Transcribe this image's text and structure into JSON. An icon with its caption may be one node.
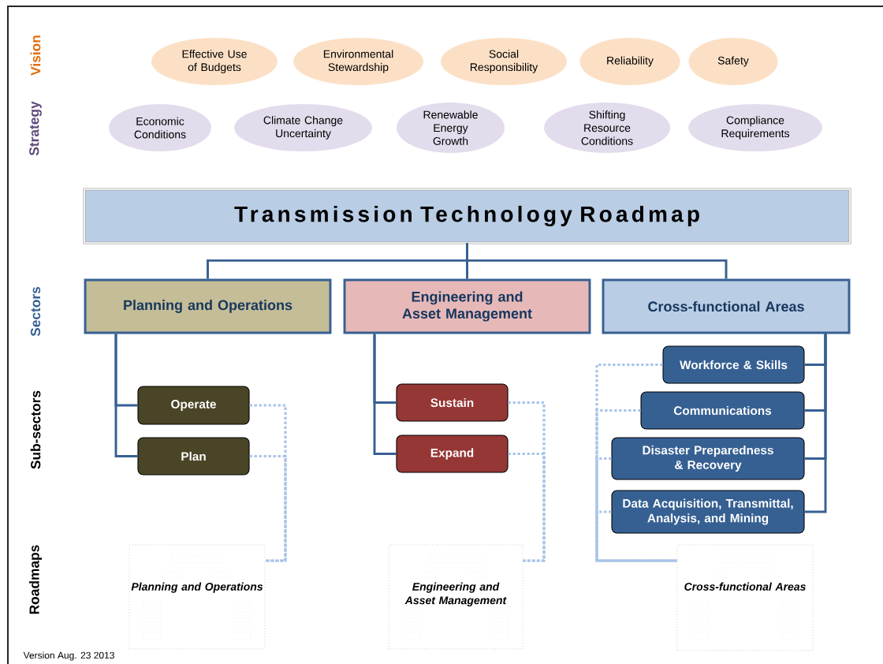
{
  "diagram": {
    "nodes": [
      {
        "text": [
          "Effective Use of Budgets"
        ]
      },
      {
        "text": [
          "Environmental Stewardship"
        ]
      },
      {
        "text": [
          "Social Responsibility"
        ]
      },
      {
        "text": [
          "Reliability"
        ]
      },
      {
        "text": [
          "Safety"
        ]
      },
      {
        "text": [
          "Economic Conditions"
        ]
      },
      {
        "text": [
          "Climate Change Uncertainty"
        ]
      },
      {
        "text": [
          "Renewable Energy Growth"
        ]
      },
      {
        "text": [
          "Shifting Resource Conditions"
        ]
      },
      {
        "text": [
          "Compliance Requirements"
        ]
      },
      {
        "text": [
          "Transmission Technology Roadmap"
        ]
      },
      {
        "text": [
          "Planning and Operations"
        ]
      },
      {
        "text": [
          "Engineering and Asset Management"
        ]
      },
      {
        "text": [
          "Cross-functional Areas"
        ]
      },
      {
        "text": [
          "Operate"
        ]
      },
      {
        "text": [
          "Plan"
        ]
      },
      {
        "text": [
          "Sustain"
        ]
      },
      {
        "text": [
          "Expand"
        ]
      },
      {
        "text": [
          "Workforce & Skills"
        ]
      },
      {
        "text": [
          "Communications"
        ]
      },
      {
        "text": [
          "Disaster Preparedness & Recovery"
        ]
      },
      {
        "text": [
          "Data Acquisition, Transmittal, Analysis, and Mining"
        ]
      },
      {
        "text": [
          "Planning and Operations"
        ]
      },
      {
        "text": [
          "Engineering and Asset Management"
        ]
      },
      {
        "text": [
          "Cross-functional Areas"
        ]
      }
    ],
    "edges": [
      {
        "from": 10,
        "to": 11,
        "arrow": "none"
      },
      {
        "from": 10,
        "to": 12,
        "arrow": "none"
      },
      {
        "from": 10,
        "to": 13,
        "arrow": "none"
      },
      {
        "from": 11,
        "to": 14,
        "arrow": "none"
      },
      {
        "from": 11,
        "to": 15,
        "arrow": "none"
      },
      {
        "from": 12,
        "to": 16,
        "arrow": "none"
      },
      {
        "from": 12,
        "to": 17,
        "arrow": "none"
      },
      {
        "from": 13,
        "to": 18,
        "arrow": "none"
      },
      {
        "from": 13,
        "to": 19,
        "arrow": "none"
      },
      {
        "from": 13,
        "to": 20,
        "arrow": "none"
      },
      {
        "from": 13,
        "to": 21,
        "arrow": "none"
      },
      {
        "from": 14,
        "to": 22,
        "arrow": "none",
        "style": "dashed",
        "color": "#a9c4e8"
      },
      {
        "from": 15,
        "to": 22,
        "arrow": "none",
        "style": "dashed",
        "color": "#a9c4e8"
      },
      {
        "from": 16,
        "to": 23,
        "arrow": "none",
        "style": "dashed",
        "color": "#a9c4e8"
      },
      {
        "from": 17,
        "to": 23,
        "arrow": "none",
        "style": "dashed",
        "color": "#a9c4e8"
      },
      {
        "from": 18,
        "to": 24,
        "arrow": "none",
        "style": "dashed",
        "color": "#a9c4e8"
      },
      {
        "from": 19,
        "to": 24,
        "arrow": "none",
        "style": "dashed",
        "color": "#a9c4e8"
      },
      {
        "from": 20,
        "to": 24,
        "arrow": "none",
        "style": "dashed",
        "color": "#a9c4e8"
      },
      {
        "from": 21,
        "to": 24,
        "arrow": "none",
        "style": "dashed",
        "color": "#a9c4e8"
      }
    ],
    "labels": [
      "Vision",
      "Strategy",
      "Sectors",
      "Sub-sectors",
      "Roadmaps",
      "Version Aug. 23 2013"
    ]
  }
}
